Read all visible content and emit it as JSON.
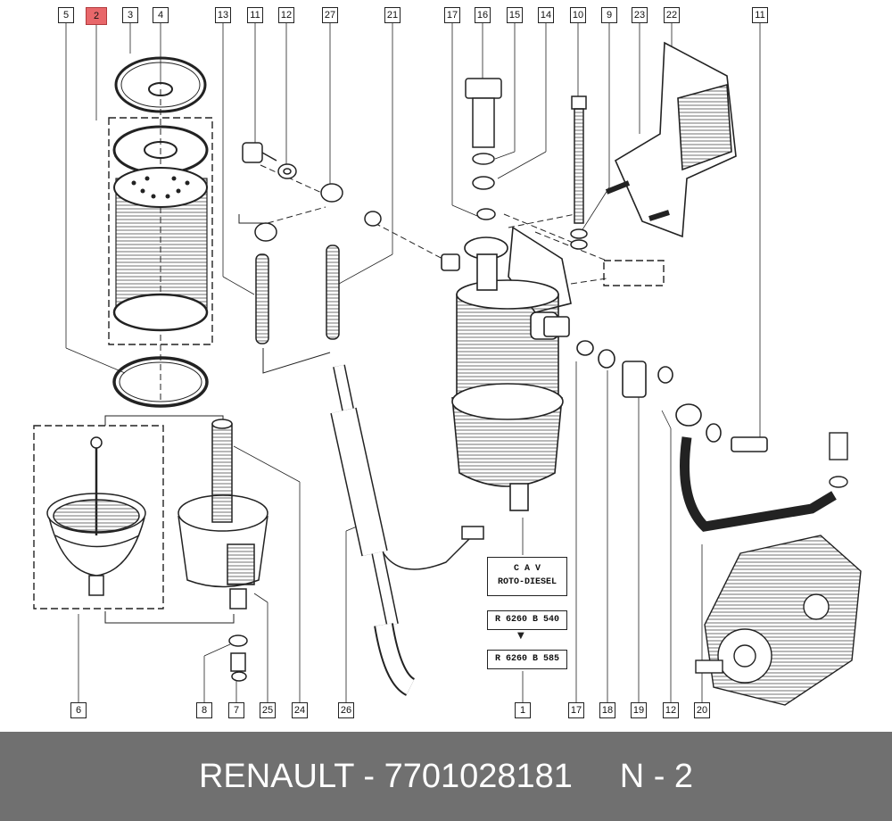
{
  "callouts_top": {
    "c5": "5",
    "c2": "2",
    "c3": "3",
    "c4": "4",
    "c13": "13",
    "c11a": "11",
    "c12a": "12",
    "c27": "27",
    "c21": "21",
    "c17a": "17",
    "c16": "16",
    "c15": "15",
    "c14": "14",
    "c10": "10",
    "c9": "9",
    "c23": "23",
    "c22": "22",
    "c11b": "11"
  },
  "callouts_bottom": {
    "c6": "6",
    "c8": "8",
    "c7": "7",
    "c25": "25",
    "c24": "24",
    "c26": "26",
    "c1": "1",
    "c17b": "17",
    "c18": "18",
    "c19": "19",
    "c12b": "12",
    "c20": "20"
  },
  "highlight_color": "#e8676a",
  "labels": {
    "cav_line1": "C A V",
    "cav_line2": "ROTO-DIESEL",
    "ref_old": "R 6260 B 540",
    "ref_new": "R 6260 B 585"
  },
  "footer": {
    "text": "RENAULT - 7701028181     N - 2",
    "background": "#707070"
  }
}
